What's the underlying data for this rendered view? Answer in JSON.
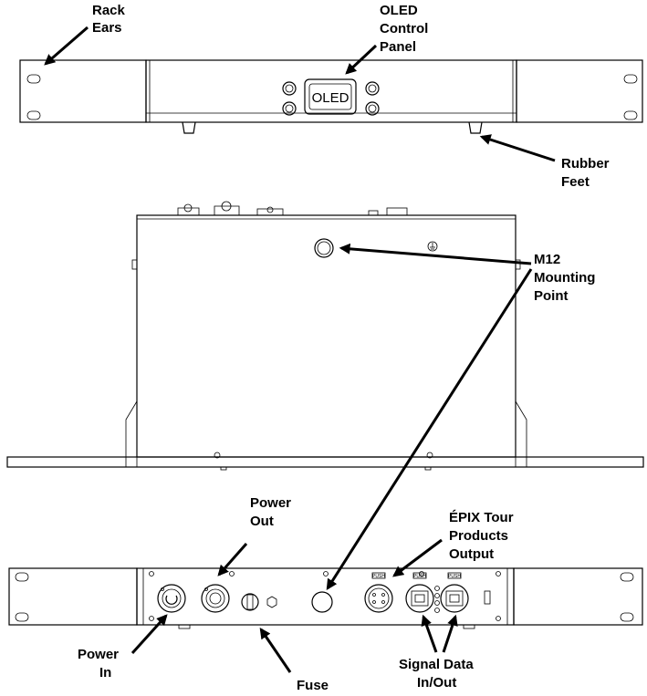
{
  "labels": {
    "rack_ears": [
      "Rack",
      "Ears"
    ],
    "oled_control_panel": [
      "OLED",
      "Control",
      "Panel"
    ],
    "rubber_feet": [
      "Rubber",
      "Feet"
    ],
    "m12_mounting_point": [
      "M12",
      "Mounting",
      "Point"
    ],
    "power_out": [
      "Power",
      "Out"
    ],
    "epix_output": [
      "ÉPIX Tour",
      "Products",
      "Output"
    ],
    "power_in": [
      "Power",
      "In"
    ],
    "fuse": [
      "Fuse"
    ],
    "signal_data": [
      "Signal Data",
      "In/Out"
    ]
  },
  "panel": {
    "screen_text": "OLED",
    "push_text": "PUSH"
  },
  "icons": [
    "ground-symbol-icon"
  ]
}
